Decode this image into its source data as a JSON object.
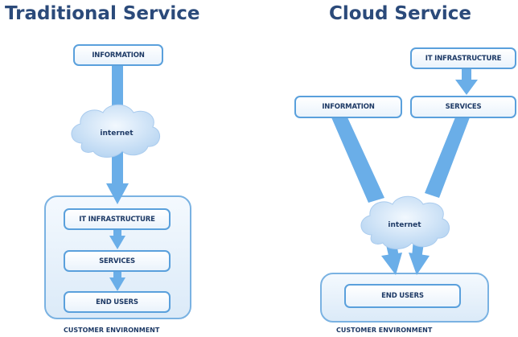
{
  "left": {
    "title": "Traditional Service",
    "top_box": "INFORMATION",
    "cloud_label": "internet",
    "env_boxes": [
      "IT INFRASTRUCTURE",
      "SERVICES",
      "END USERS"
    ],
    "env_label": "CUSTOMER ENVIRONMENT"
  },
  "right": {
    "title": "Cloud Service",
    "top_box": "IT INFRASTRUCTURE",
    "info_box": "INFORMATION",
    "services_box": "SERVICES",
    "cloud_label": "internet",
    "end_box": "END USERS",
    "env_label": "CUSTOMER ENVIRONMENT"
  },
  "colors": {
    "title": "#2b4a7a",
    "box_border": "#5aa0dc",
    "arrow": "#6aaee8",
    "cloud": "#c9e0f6",
    "text": "#1e3a66"
  }
}
